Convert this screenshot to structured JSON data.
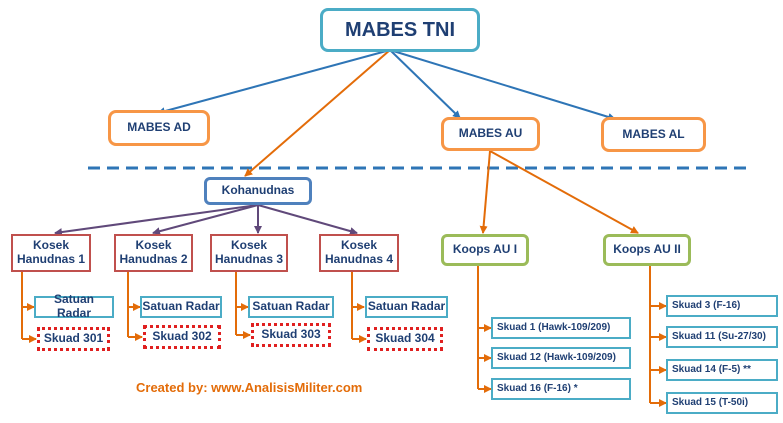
{
  "diagram": {
    "root": "MABES TNI",
    "branches": {
      "ad": "MABES AD",
      "au": "MABES AU",
      "al": "MABES AL"
    },
    "kohanudnas": "Kohanudnas",
    "kosek": [
      {
        "title": "Kosek",
        "sub": "Hanudnas 1",
        "radar": "Satuan Radar",
        "squadron": "Skuad 301"
      },
      {
        "title": "Kosek",
        "sub": "Hanudnas 2",
        "radar": "Satuan Radar",
        "squadron": "Skuad 302"
      },
      {
        "title": "Kosek",
        "sub": "Hanudnas 3",
        "radar": "Satuan Radar",
        "squadron": "Skuad 303"
      },
      {
        "title": "Kosek",
        "sub": "Hanudnas 4",
        "radar": "Satuan Radar",
        "squadron": "Skuad 304"
      }
    ],
    "koops": [
      {
        "label": "Koops AU I",
        "squadrons": [
          "Skuad 1 (Hawk-109/209)",
          "Skuad 12 (Hawk-109/209)",
          "Skuad 16 (F-16) *"
        ]
      },
      {
        "label": "Koops AU II",
        "squadrons": [
          "Skuad 3 (F-16)",
          "Skuad 11 (Su-27/30)",
          "Skuad 14 (F-5) **",
          "Skuad 15 (T-50i)"
        ]
      }
    ],
    "credit": "Created by:  www.AnalisisMiliter.com",
    "colors": {
      "blue_line": "#2e75b6",
      "orange_line": "#e36c09",
      "purple_line": "#60497a",
      "dash_line": "#2e75b6",
      "text": "#1f3f73"
    }
  }
}
